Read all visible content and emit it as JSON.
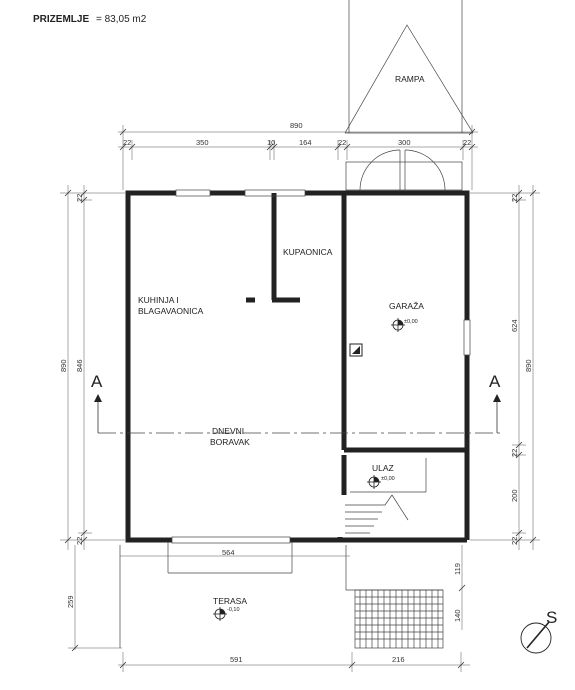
{
  "plan": {
    "title": "PRIZEMLJE",
    "title_area": "= 83,05 m2",
    "rooms": {
      "ramp": "RAMPA",
      "bathroom": "KUPAONICA",
      "kitchen_line1": "KUHINJA I",
      "kitchen_line2": "BLAGAVAONICA",
      "garage": "GARAŽA",
      "living_line1": "DNEVNI",
      "living_line2": "BORAVAK",
      "entrance": "ULAZ",
      "terrace": "TERASA"
    },
    "levels": {
      "garage": "±0,00",
      "entrance": "±0,00",
      "terrace": "-0,10"
    },
    "section_mark": "A",
    "north_label": "S",
    "dims_top": {
      "overall": "890",
      "segments": [
        "22",
        "350",
        "10",
        "164",
        "22",
        "300",
        "22"
      ]
    },
    "dims_left": {
      "overall": "890",
      "inner": "846",
      "top": "22",
      "bottom": "22"
    },
    "dims_right": {
      "overall": "890",
      "segments": [
        "22",
        "624",
        "22",
        "200",
        "22"
      ],
      "lower": [
        "119",
        "140"
      ]
    },
    "dims_terrace": {
      "width": "564",
      "depth": "259"
    },
    "dims_bottom": [
      "591",
      "216"
    ]
  }
}
